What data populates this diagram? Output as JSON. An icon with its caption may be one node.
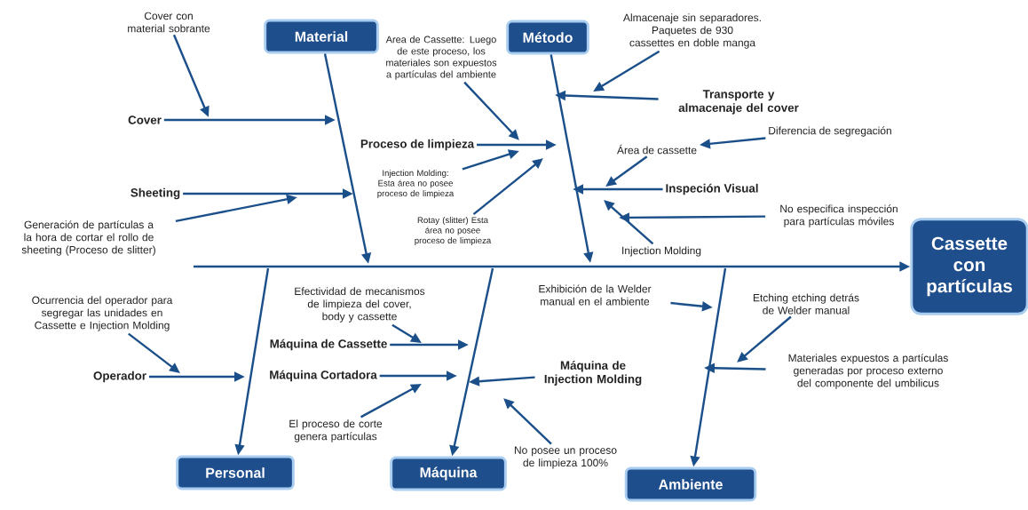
{
  "diagram": {
    "nodes": [
      {
        "text": [
          "Material"
        ]
      },
      {
        "text": [
          "Cover con material sobrante"
        ]
      },
      {
        "text": [
          "Método"
        ]
      },
      {
        "text": [
          "Area de Cassette: Luego de este proceso, los materiales son expuestos a partículas del ambiente"
        ]
      },
      {
        "text": [
          "Almacenaje sin separadores. Paquetes de 930 cassettes en doble manga"
        ]
      },
      {
        "text": [
          "Transporte y almacenaje del cover"
        ]
      },
      {
        "text": [
          "Cover"
        ]
      },
      {
        "text": [
          "Proceso de limpieza"
        ]
      },
      {
        "text": [
          "Área de cassette"
        ]
      },
      {
        "text": [
          "Diferencia de segregación"
        ]
      },
      {
        "text": [
          "Injection Molding: Esta área no posee proceso de limpieza"
        ]
      },
      {
        "text": [
          "Sheeting"
        ]
      },
      {
        "text": [
          "Inspeción Visual"
        ]
      },
      {
        "text": [
          "No especifica inspección para partículas móviles"
        ]
      },
      {
        "text": [
          "Generación de partículas a la hora de cortar el rollo de sheeting (Proceso de slitter)"
        ]
      },
      {
        "text": [
          "Rotay (slitter) Esta área no posee proceso de limpieza"
        ]
      },
      {
        "text": [
          "Injection Molding"
        ]
      },
      {
        "text": [
          "Cassette con partículas"
        ]
      },
      {
        "text": [
          "Ocurrencia del operador para segregar las unidades en Cassette e Injection Molding"
        ]
      },
      {
        "text": [
          "Efectividad de mecanismos de limpieza del cover, body y cassette"
        ]
      },
      {
        "text": [
          "Exhibición de la Welder manual en el ambiente"
        ]
      },
      {
        "text": [
          "Etching etching detrás de Welder manual"
        ]
      },
      {
        "text": [
          "Máquina de Cassette"
        ]
      },
      {
        "text": [
          "Materiales expuestos a partículas generadas por proceso externo del componente del umbilicus"
        ]
      },
      {
        "text": [
          "Operador"
        ]
      },
      {
        "text": [
          "Máquina Cortadora"
        ]
      },
      {
        "text": [
          "Máquina de Injection Molding"
        ]
      },
      {
        "text": [
          "El proceso de corte genera partículas"
        ]
      },
      {
        "text": [
          "No posee un proceso de limpieza 100%"
        ]
      },
      {
        "text": [
          "Personal"
        ]
      },
      {
        "text": [
          "Máquina"
        ]
      },
      {
        "text": [
          "Ambiente"
        ]
      }
    ],
    "edges": [
      {
        "from": 0,
        "to": null,
        "arrow": "to"
      },
      {
        "from": 2,
        "to": null,
        "arrow": "to"
      },
      {
        "from": null,
        "to": 17,
        "arrow": "to"
      },
      {
        "from": null,
        "to": 29,
        "arrow": "to"
      },
      {
        "from": null,
        "to": 30,
        "arrow": "to"
      },
      {
        "from": null,
        "to": 31,
        "arrow": "to"
      },
      {
        "from": 6,
        "to": null,
        "arrow": "to"
      },
      {
        "from": 1,
        "to": null,
        "arrow": "to"
      },
      {
        "from": 11,
        "to": null,
        "arrow": "to"
      },
      {
        "from": 14,
        "to": null,
        "arrow": "to"
      },
      {
        "from": 7,
        "to": null,
        "arrow": "to"
      },
      {
        "from": 3,
        "to": null,
        "arrow": "to"
      },
      {
        "from": 10,
        "to": null,
        "arrow": "to"
      },
      {
        "from": 15,
        "to": null,
        "arrow": "to"
      },
      {
        "from": 5,
        "to": null,
        "arrow": "to"
      },
      {
        "from": 4,
        "to": null,
        "arrow": "to"
      },
      {
        "from": 9,
        "to": 8,
        "arrow": "to"
      },
      {
        "from": 8,
        "to": null,
        "arrow": "to"
      },
      {
        "from": 12,
        "to": null,
        "arrow": "to"
      },
      {
        "from": 13,
        "to": null,
        "arrow": "to"
      },
      {
        "from": 16,
        "to": null,
        "arrow": "to"
      },
      {
        "from": 24,
        "to": null,
        "arrow": "to"
      },
      {
        "from": 18,
        "to": null,
        "arrow": "to"
      },
      {
        "from": 22,
        "to": null,
        "arrow": "to"
      },
      {
        "from": 19,
        "to": null,
        "arrow": "to"
      },
      {
        "from": 25,
        "to": null,
        "arrow": "to"
      },
      {
        "from": 27,
        "to": null,
        "arrow": "to"
      },
      {
        "from": 26,
        "to": null,
        "arrow": "to"
      },
      {
        "from": 28,
        "to": null,
        "arrow": "to"
      },
      {
        "from": 20,
        "to": null,
        "arrow": "to"
      },
      {
        "from": 21,
        "to": null,
        "arrow": "to"
      },
      {
        "from": 23,
        "to": null,
        "arrow": "to"
      }
    ]
  }
}
